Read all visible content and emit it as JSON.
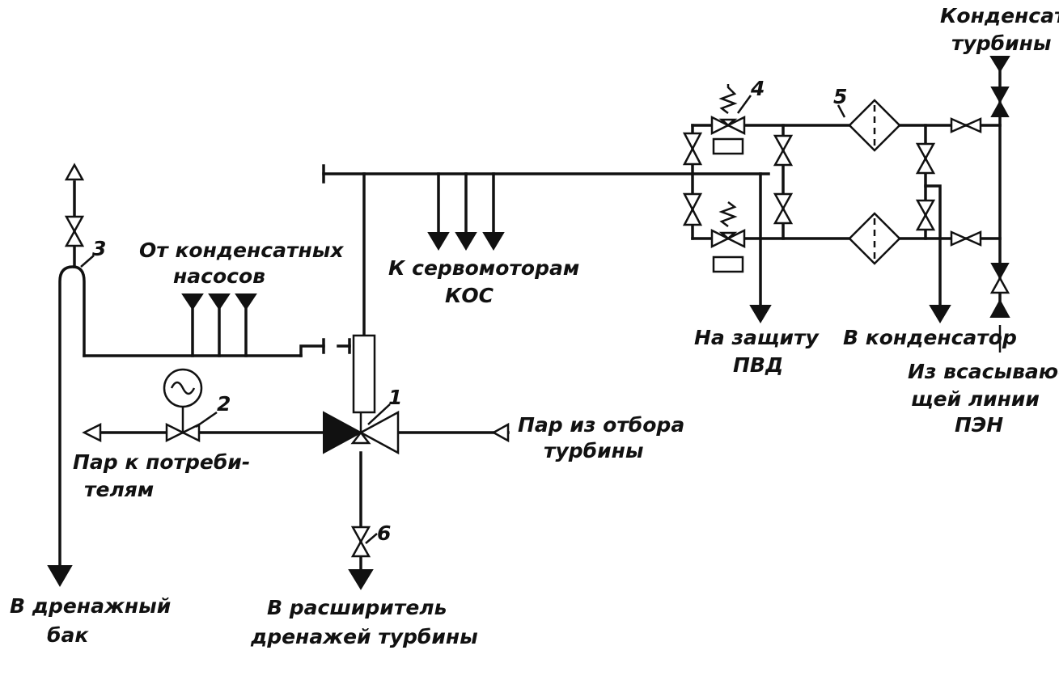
{
  "labels": {
    "condensate_turbine_1": "Конденсат",
    "condensate_turbine_2": "турбины",
    "from_pumps_1": "От конденсатных",
    "from_pumps_2": "насосов",
    "servomotors_1": "К сервомоторам",
    "servomotors_2": "КОС",
    "hpp_protection_1": "На защиту",
    "hpp_protection_2": "ПВД",
    "to_condenser": "В конденсатор",
    "suction_line_1": "Из всасываю-",
    "suction_line_2": "щей линии",
    "suction_line_3": "ПЭН",
    "steam_extraction_1": "Пар из отбора",
    "steam_extraction_2": "турбины",
    "steam_consumers_1": "Пар к потреби-",
    "steam_consumers_2": "телям",
    "drain_tank_1": "В дренажный",
    "drain_tank_2": "бак",
    "expander_1": "В  расширитель",
    "expander_2": "дренажей турбины"
  },
  "numbers": {
    "n1": "1",
    "n2": "2",
    "n3": "3",
    "n4": "4",
    "n5": "5",
    "n6": "6"
  },
  "colors": {
    "ink": "#111111",
    "paper": "#ffffff"
  }
}
